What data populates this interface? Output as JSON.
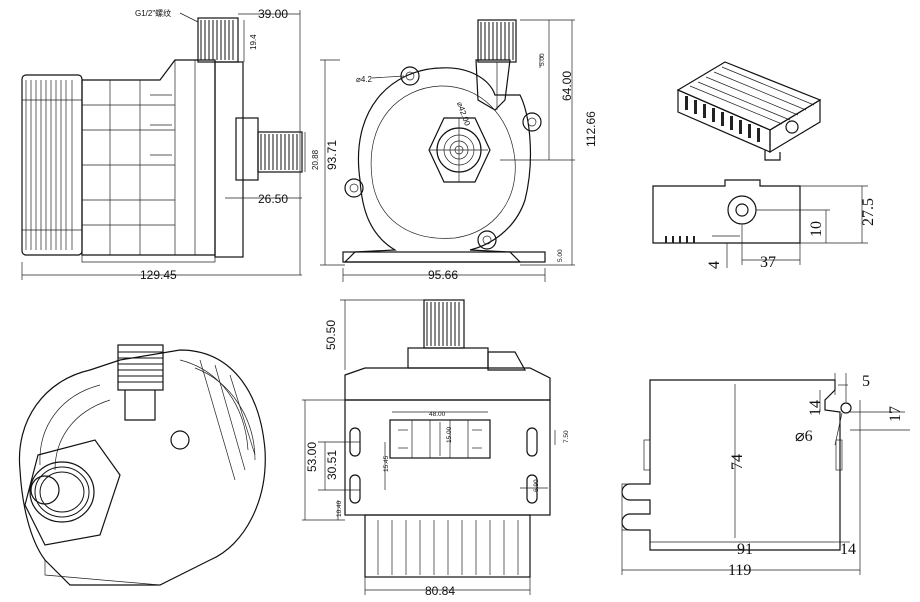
{
  "side_view": {
    "thread_note": "G1/2\"螺纹",
    "dims": {
      "top_width": "39.00",
      "thread_height": "19.4",
      "outlet_diam": "20.88",
      "outlet_len": "26.50",
      "overall_len": "129.45",
      "overall_height": "93.71"
    }
  },
  "front_view": {
    "dims": {
      "hole_diam": "⌀4.2",
      "inlet_diam": "⌀42.00",
      "small": "5.00",
      "top_height": "64.00",
      "total_height": "112.66",
      "base_width": "95.66",
      "base_thk": "5.00"
    }
  },
  "bottom_view": {
    "dims": {
      "outlet_height": "50.50",
      "plate_height": "53.00",
      "hole_spacing": "30.51",
      "slot_inner": "48.00",
      "center_w": "15.00",
      "slot_gap": "15.45",
      "slot_w": "7.50",
      "edge": "10.40",
      "slot_right": "6.90",
      "overall_width": "80.84"
    }
  },
  "controller_view": {
    "dims": {
      "height": "27.5",
      "hole_center": "10",
      "width": "37",
      "offset": "4"
    }
  },
  "bracket_view": {
    "dims": {
      "top_gap": "5",
      "tab": "14",
      "right_gap": "17",
      "hole": "⌀6",
      "height": "74",
      "inner_w": "91",
      "right_w": "14",
      "overall_w": "119"
    }
  }
}
